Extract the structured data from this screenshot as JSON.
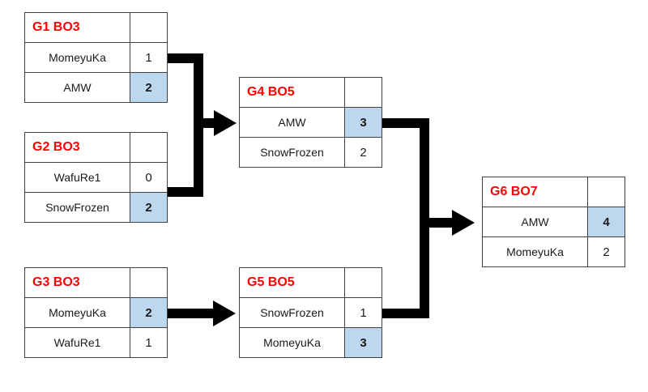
{
  "colors": {
    "title_red": "#ff0000",
    "winner_blue": "#bdd7ee",
    "line_black": "#000000"
  },
  "matches": [
    {
      "title": "G1 BO3",
      "rows": [
        {
          "name": "MomeyuKa",
          "score": "1",
          "winner": false
        },
        {
          "name": "AMW",
          "score": "2",
          "winner": true
        }
      ]
    },
    {
      "title": "G2 BO3",
      "rows": [
        {
          "name": "WafuRe1",
          "score": "0",
          "winner": false
        },
        {
          "name": "SnowFrozen",
          "score": "2",
          "winner": true
        }
      ]
    },
    {
      "title": "G3 BO3",
      "rows": [
        {
          "name": "MomeyuKa",
          "score": "2",
          "winner": true
        },
        {
          "name": "WafuRe1",
          "score": "1",
          "winner": false
        }
      ]
    },
    {
      "title": "G4 BO5",
      "rows": [
        {
          "name": "AMW",
          "score": "3",
          "winner": true
        },
        {
          "name": "SnowFrozen",
          "score": "2",
          "winner": false
        }
      ]
    },
    {
      "title": "G5 BO5",
      "rows": [
        {
          "name": "SnowFrozen",
          "score": "1",
          "winner": false
        },
        {
          "name": "MomeyuKa",
          "score": "3",
          "winner": true
        }
      ]
    },
    {
      "title": "G6 BO7",
      "rows": [
        {
          "name": "AMW",
          "score": "4",
          "winner": true
        },
        {
          "name": "MomeyuKa",
          "score": "2",
          "winner": false
        }
      ]
    }
  ]
}
